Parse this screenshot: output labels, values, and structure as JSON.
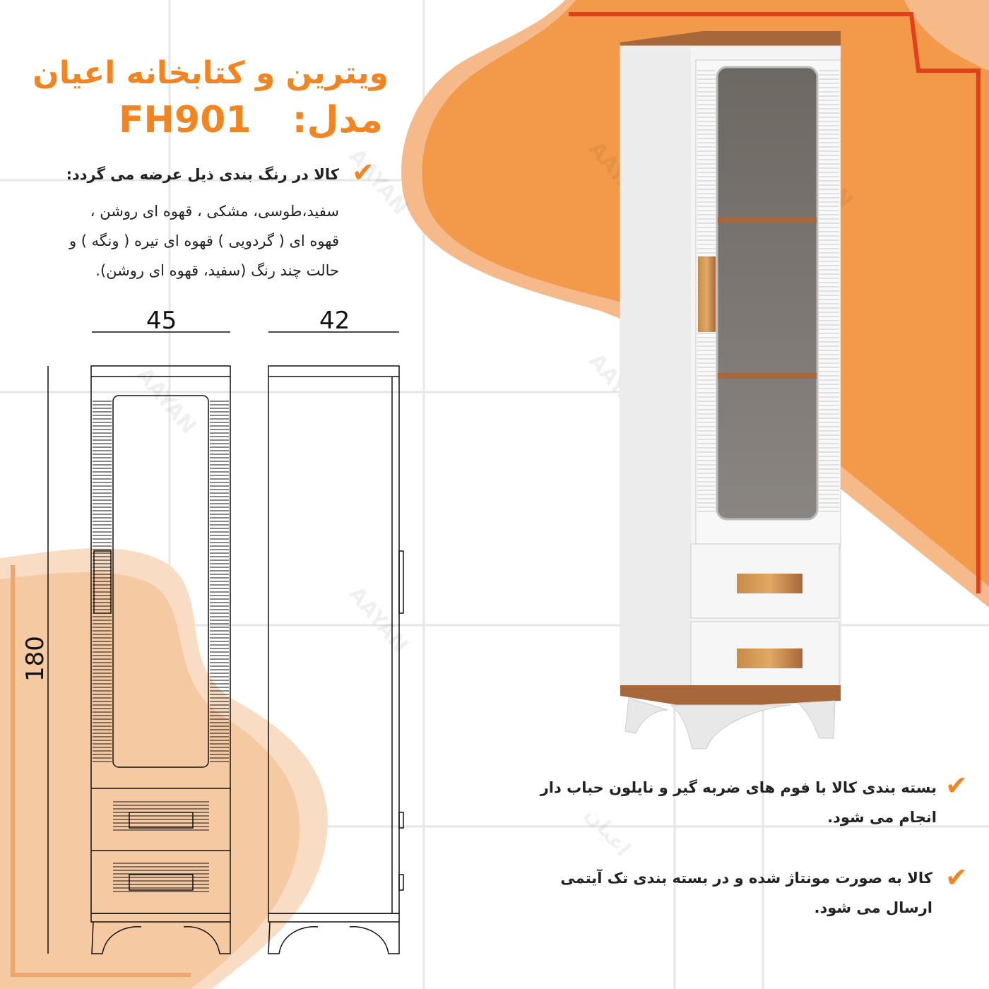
{
  "header": {
    "title": "ویترین و کتابخانه اعیان",
    "model_label": "مدل:",
    "model_code": "FH901"
  },
  "colors_section": {
    "heading": "کالا در رنگ بندی ذیل عرضه می گردد:",
    "lines": [
      "سفید،طوسی، مشکی ، قهوه ای روشن ،",
      "قهوه ای ( گردویی ) قهوه ای تیره ( ونگه ) و",
      "حالت چند رنگ (سفید، قهوه ای روشن)."
    ]
  },
  "dimensions": {
    "width": "45",
    "depth": "42",
    "height": "180"
  },
  "notes": [
    {
      "line1": "بسته بندی کالا با فوم های ضربه گیر و نایلون حباب دار",
      "line2": "انجام می شود."
    },
    {
      "line1": "کالا به صورت مونتاژ شده و در بسته بندی تک آیتمی",
      "line2": "ارسال می شود."
    }
  ],
  "watermark": {
    "latin": "AAYAN",
    "persian": "اعیان"
  },
  "colors": {
    "accent": "#f28422",
    "blob": "#f39a4a",
    "peach": "#f6cba6",
    "wood": "#a8673a",
    "red": "#e2401c"
  }
}
